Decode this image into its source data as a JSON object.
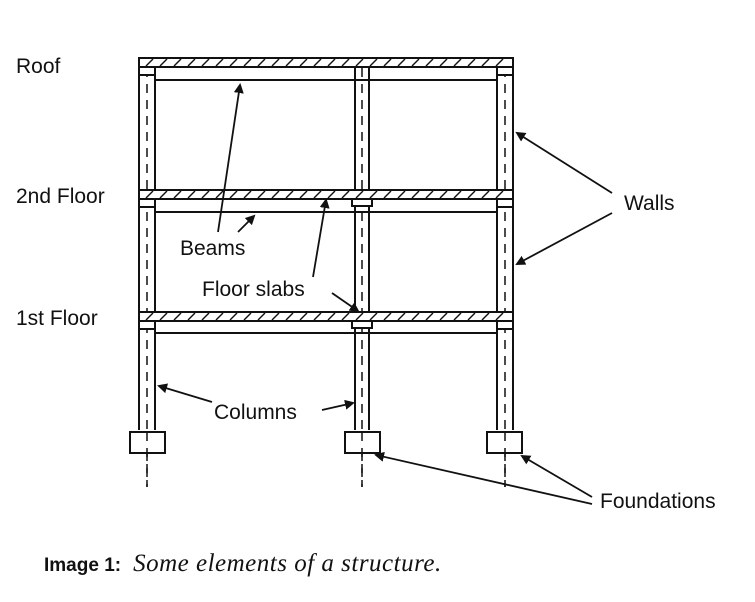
{
  "labels": {
    "roof": "Roof",
    "floor2": "2nd Floor",
    "floor1": "1st Floor",
    "beams": "Beams",
    "floor_slabs": "Floor slabs",
    "walls": "Walls",
    "columns": "Columns",
    "foundations": "Foundations"
  },
  "caption": {
    "prefix": "Image 1:",
    "text": "Some elements of a structure."
  }
}
